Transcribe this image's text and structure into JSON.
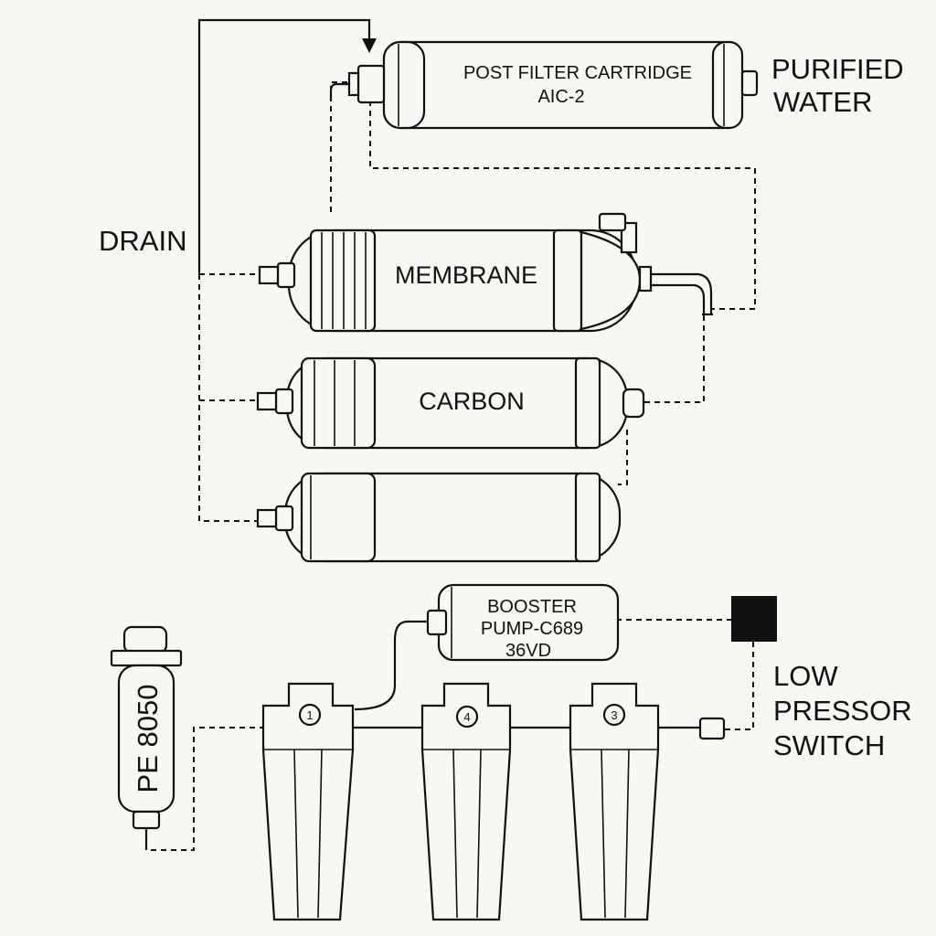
{
  "labels": {
    "post_filter_line1": "POST FILTER CARTRIDGE",
    "post_filter_line2": "AIC-2",
    "purified_line1": "PURIFIED",
    "purified_line2": "WATER",
    "drain": "DRAIN",
    "membrane": "MEMBRANE",
    "carbon": "CARBON",
    "booster_line1": "BOOSTER",
    "booster_line2": "PUMP-C689",
    "booster_line3": "36VD",
    "low_line1": "LOW",
    "low_line2": "PRESSOR",
    "low_line3": "SWITCH",
    "pe_filter": "PE 8050",
    "stage1": "1",
    "stage4": "4",
    "stage3": "3"
  }
}
